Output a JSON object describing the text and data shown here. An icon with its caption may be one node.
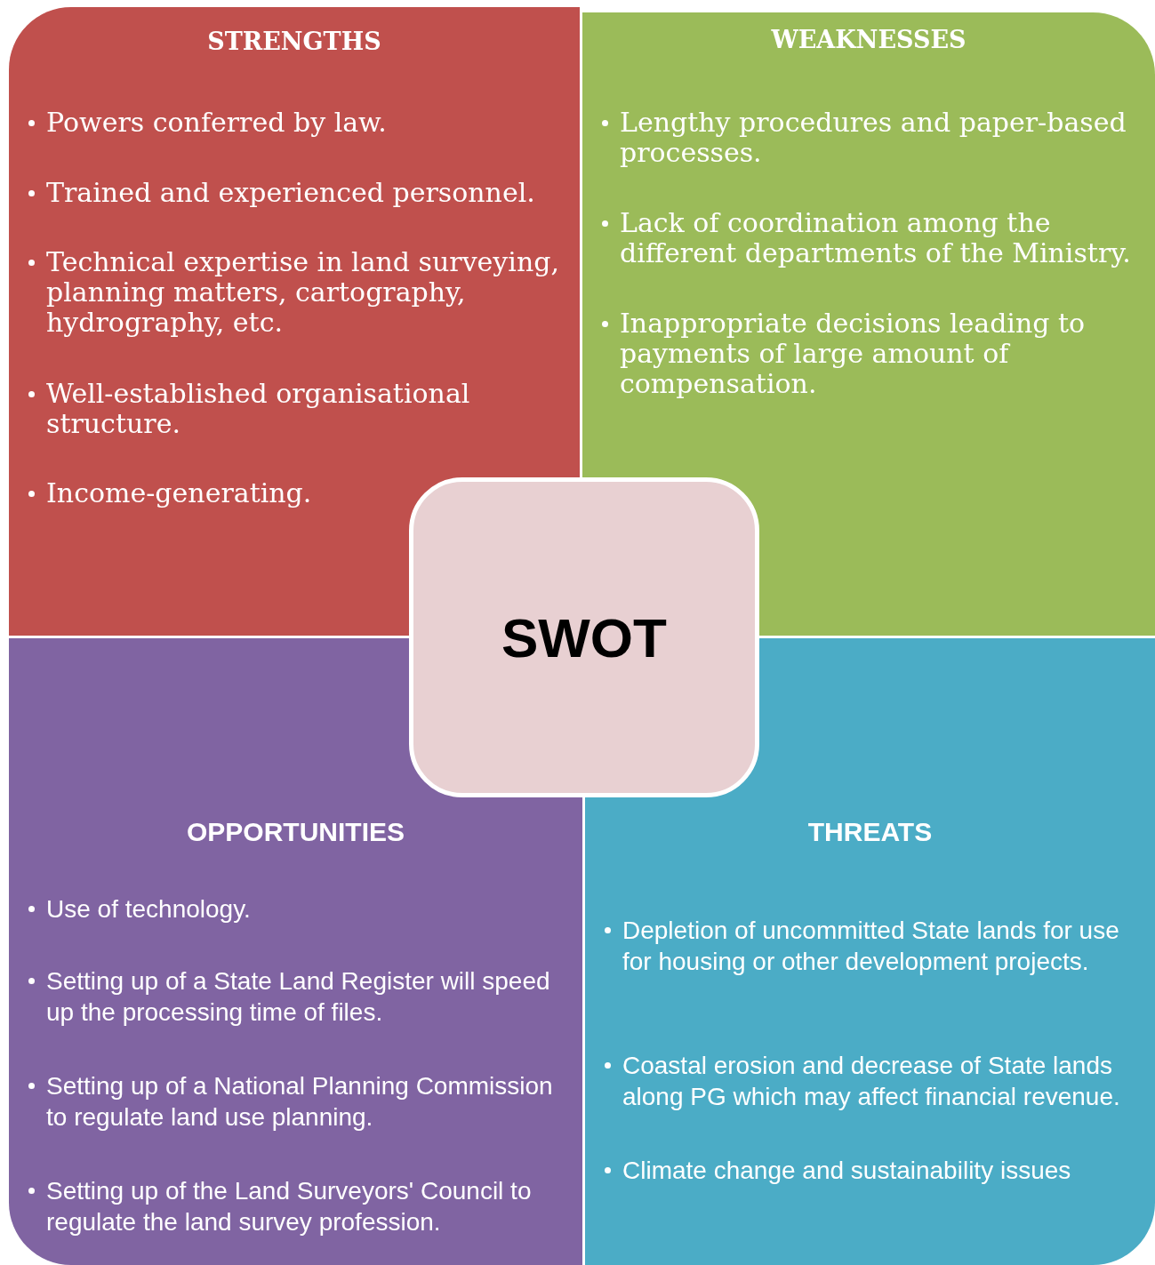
{
  "diagram": {
    "nodes": [
      {
        "text": [
          "STRENGTHS",
          "Powers conferred by law.",
          "Trained and experienced personnel.",
          "Technical expertise in land surveying, planning matters, cartography, hydrography, etc.",
          "Well-established organisational structure.",
          "Income-generating."
        ]
      },
      {
        "text": [
          "WEAKNESSES",
          "Lengthy procedures and paper-based processes.",
          "Lack of coordination among the different departments of the Ministry.",
          "Inappropriate decisions leading to payments of large amount of compensation."
        ]
      },
      {
        "text": [
          "OPPORTUNITIES",
          "Use of technology.",
          "Setting up of a State Land Register will speed up the processing time of files.",
          "Setting up of a National Planning Commission to regulate land use planning.",
          "Setting up of the Land Surveyors' Council to regulate the land survey profession."
        ]
      },
      {
        "text": [
          "THREATS",
          "Depletion of uncommitted State lands for use for housing or other development projects.",
          "Coastal erosion and decrease of State lands along PG which may affect financial revenue.",
          "Climate change and sustainability issues"
        ]
      },
      {
        "text": [
          "SWOT"
        ]
      }
    ],
    "edges": []
  }
}
